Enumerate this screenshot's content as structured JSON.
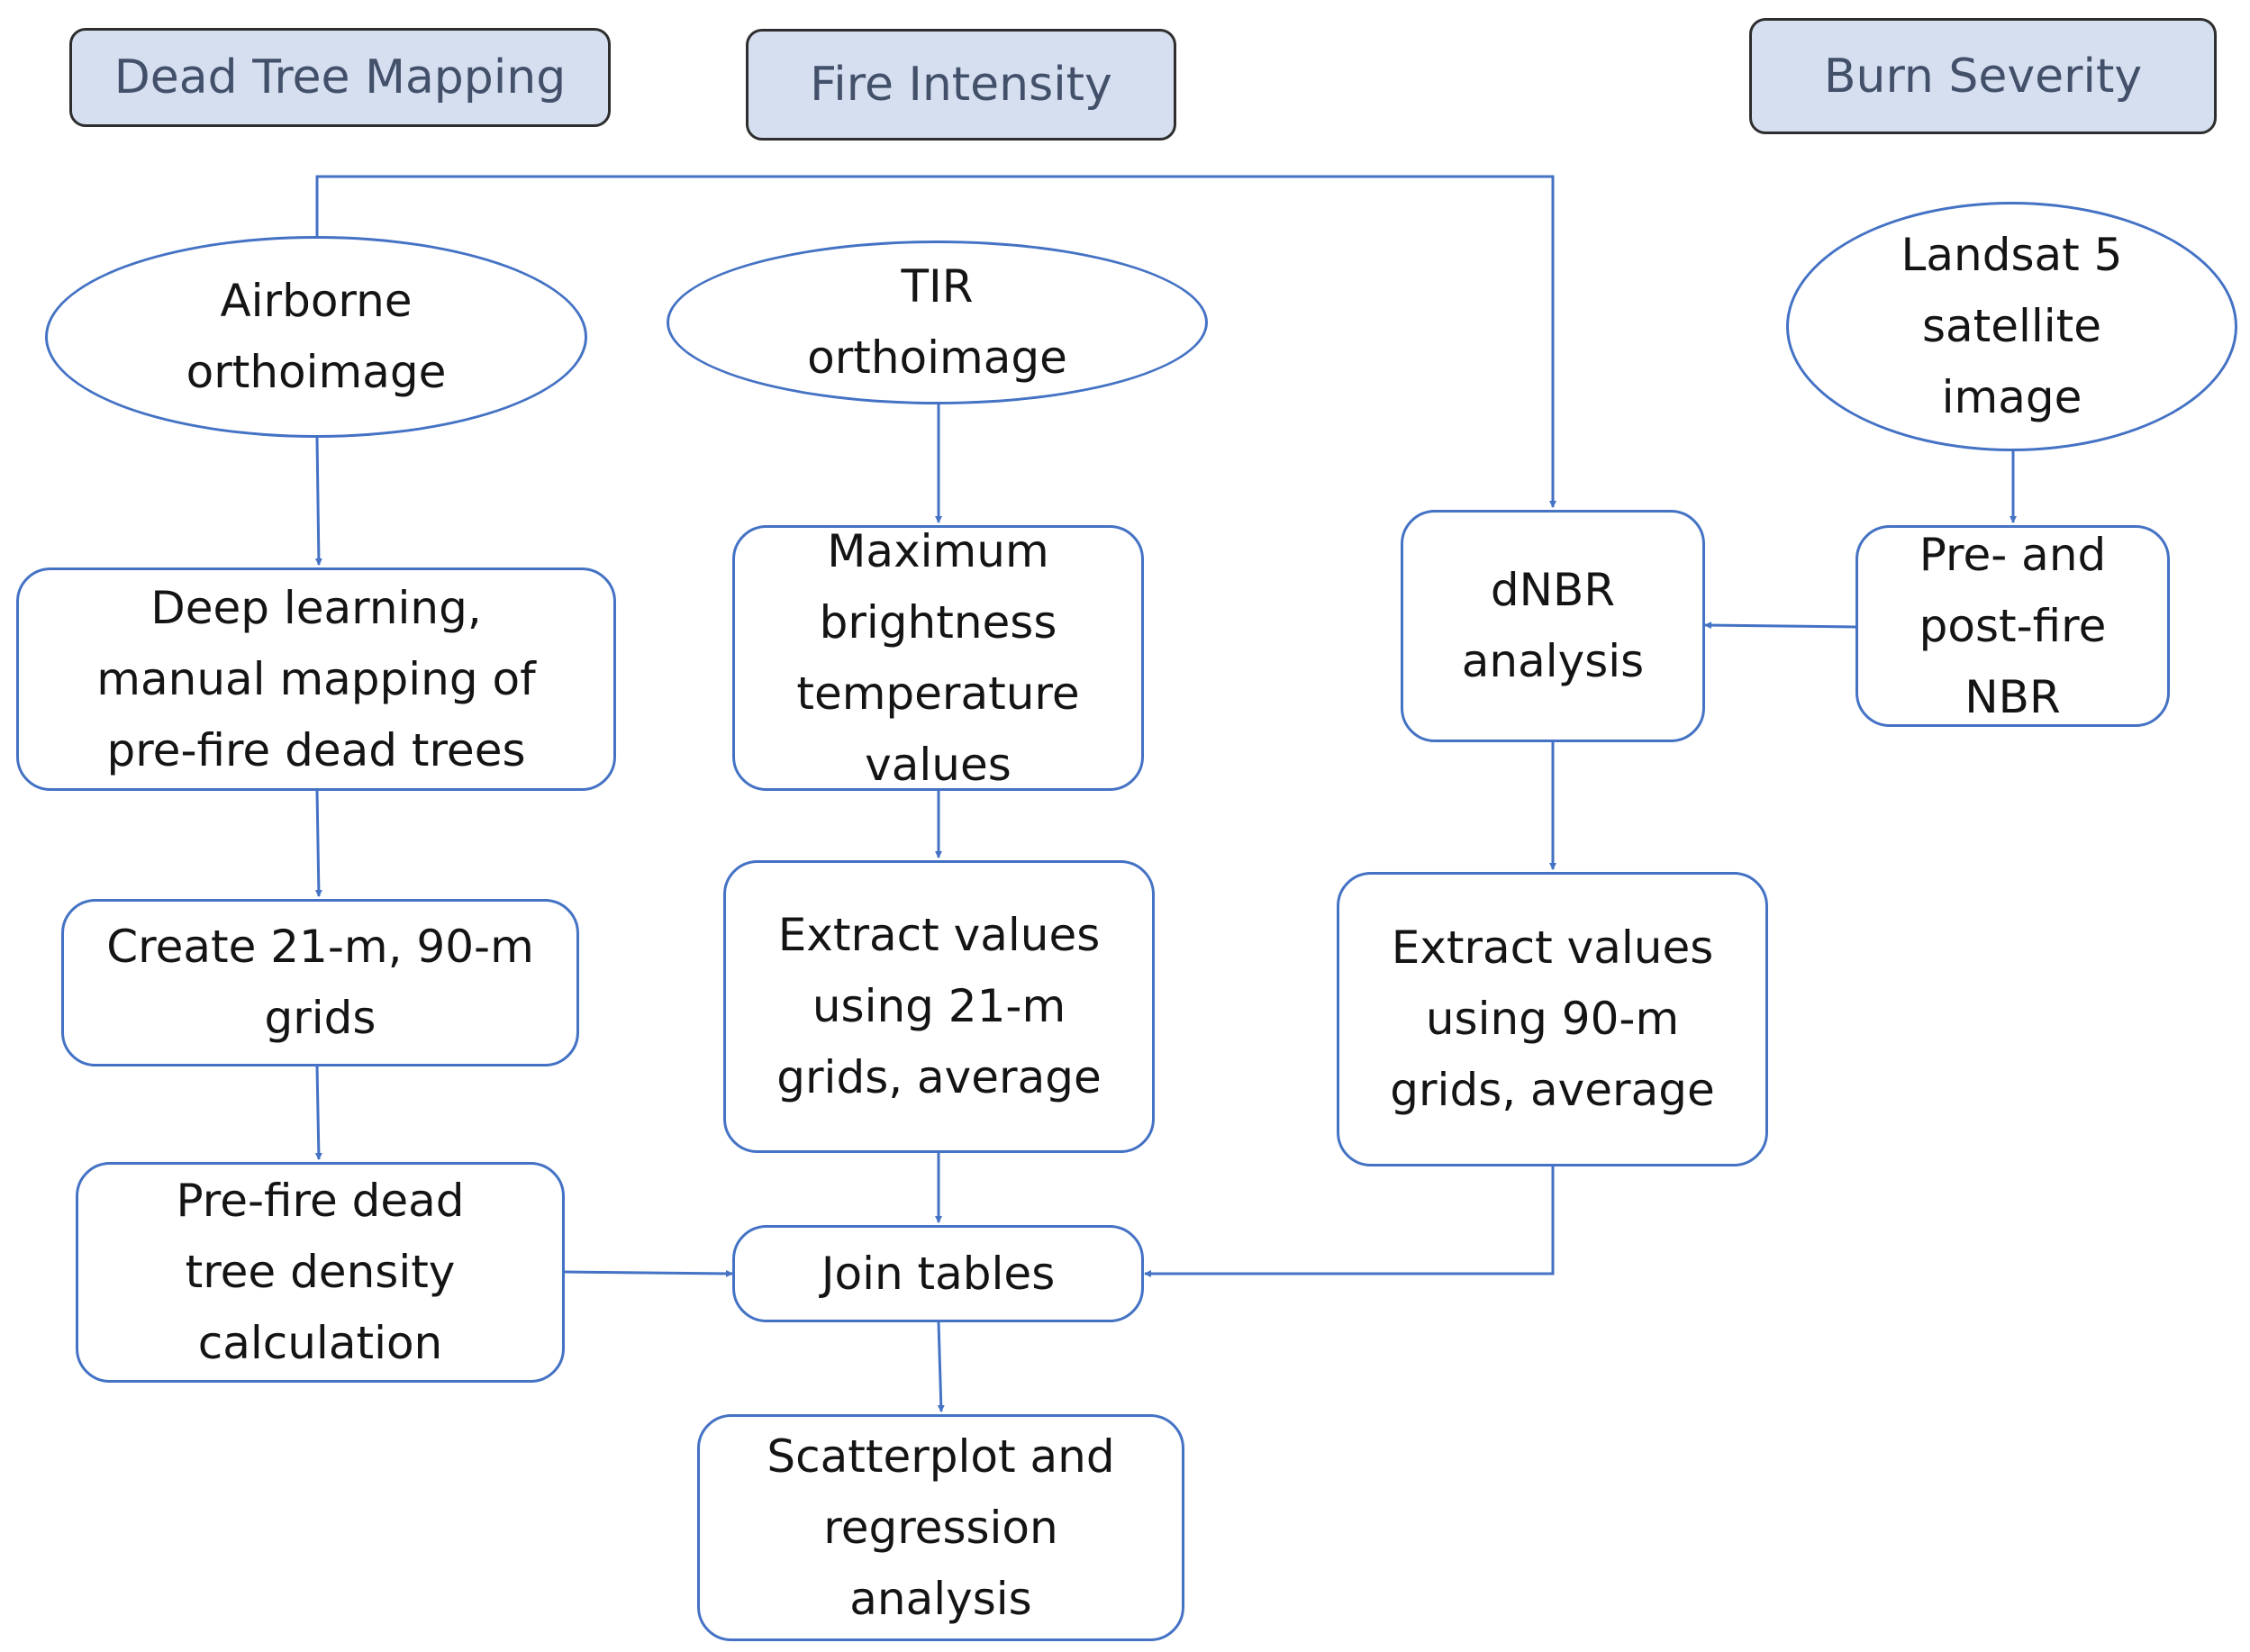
{
  "headers": {
    "dead_tree_mapping": "Dead Tree Mapping",
    "fire_intensity": "Fire Intensity",
    "burn_severity": "Burn Severity"
  },
  "inputs": {
    "airborne": "Airborne\northoimage",
    "tir": "TIR\northoimage",
    "landsat": "Landsat 5\nsatellite\nimage"
  },
  "steps": {
    "deep_learning": "Deep learning,\nmanual mapping of\npre-fire dead trees",
    "create_grids": "Create 21-m, 90-m\ngrids",
    "density": "Pre-fire dead\ntree density\ncalculation",
    "max_brightness": "Maximum\nbrightness\ntemperature\nvalues",
    "extract_21m": "Extract values\nusing 21-m\ngrids, average",
    "join": "Join tables",
    "scatter": "Scatterplot and\nregression\nanalysis",
    "dnbr": "dNBR\nanalysis",
    "extract_90m": "Extract values\nusing 90-m\ngrids, average",
    "nbr": "Pre- and\npost-fire\nNBR"
  },
  "colors": {
    "header_fill": "#d5dff0",
    "header_text": "#43506a",
    "connector": "#4472c4"
  }
}
